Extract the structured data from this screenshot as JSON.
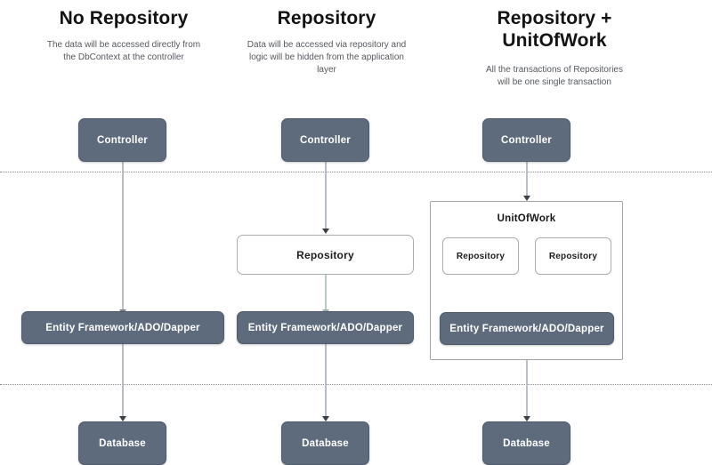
{
  "diagram": {
    "columns": [
      {
        "id": "no-repository",
        "title": "No Repository",
        "subtitle": "The data will be accessed directly from the DbContext at the controller",
        "nodes": [
          {
            "id": "controller",
            "label": "Controller",
            "style": "dark"
          },
          {
            "id": "entity-framework",
            "label": "Entity Framework/ADO/Dapper",
            "style": "dark"
          },
          {
            "id": "database",
            "label": "Database",
            "style": "dark"
          }
        ]
      },
      {
        "id": "repository",
        "title": "Repository",
        "subtitle": "Data will be accessed via repository and logic will be hidden from the application layer",
        "nodes": [
          {
            "id": "controller",
            "label": "Controller",
            "style": "dark"
          },
          {
            "id": "repository",
            "label": "Repository",
            "style": "light"
          },
          {
            "id": "entity-framework",
            "label": "Entity Framework/ADO/Dapper",
            "style": "dark"
          },
          {
            "id": "database",
            "label": "Database",
            "style": "dark"
          }
        ]
      },
      {
        "id": "repository-unitofwork",
        "title": "Repository + UnitOfWork",
        "subtitle": "All the transactions of Repositories will be one single transaction",
        "nodes": [
          {
            "id": "controller",
            "label": "Controller",
            "style": "dark"
          },
          {
            "id": "unitofwork",
            "label": "UnitOfWork",
            "style": "container"
          },
          {
            "id": "repository-1",
            "label": "Repository",
            "style": "light"
          },
          {
            "id": "repository-2",
            "label": "Repository",
            "style": "light"
          },
          {
            "id": "entity-framework",
            "label": "Entity Framework/ADO/Dapper",
            "style": "dark"
          },
          {
            "id": "database",
            "label": "Database",
            "style": "dark"
          }
        ]
      }
    ],
    "colors": {
      "node_dark_fill": "#5d6b7d",
      "node_dark_text": "#ffffff",
      "node_light_fill": "#ffffff",
      "node_light_border": "#a9acb0",
      "divider": "#8d8d8d",
      "connector": "#b9bfc6",
      "background": "#ffffff"
    }
  }
}
